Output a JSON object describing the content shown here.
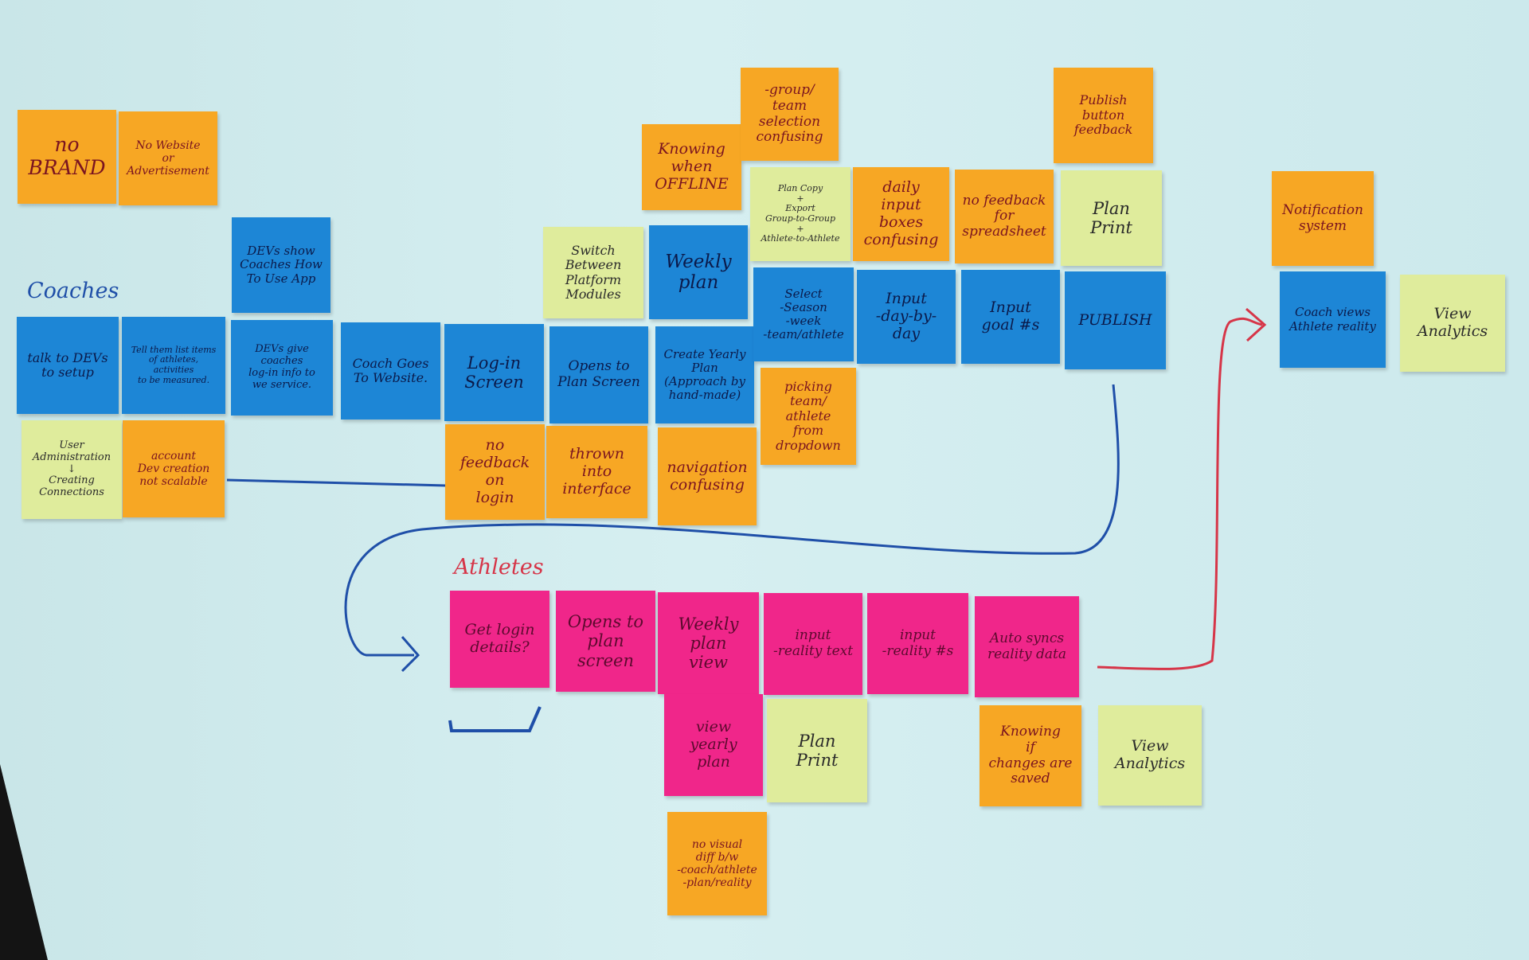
{
  "colors": {
    "wall": "#cfe9ea",
    "orange_note": "#f7a724",
    "blue_note": "#1d86d6",
    "green_note": "#dfec9c",
    "pink_note": "#f0268a",
    "blue_ink": "#1f4fa8",
    "red_ink": "#d63548"
  },
  "labels": {
    "coaches": "Coaches",
    "athletes": "Athletes"
  },
  "notes": {
    "no_brand": "no\nBRAND",
    "no_website": "No Website\nor\nAdvertisement",
    "devs_show": "DEVs show\nCoaches How\nTo Use App",
    "talk_to_devs": "talk to DEVs\nto setup",
    "tell_them": "Tell them list items\nof athletes, activities\nto be measured.",
    "devs_give": "DEVs give coaches\nlog-in info to\nwe service.",
    "coach_goes": "Coach Goes\nTo Website.",
    "login_screen": "Log-in\nScreen",
    "opens_plan": "Opens to\nPlan Screen",
    "create_yearly": "Create Yearly\nPlan\n(Approach by hand-made)",
    "user_admin": "User Administration\n↓\nCreating Connections",
    "dev_account": "account\nDev creation\nnot scalable",
    "switch_between": "Switch\nBetween\nPlatform\nModules",
    "weekly_plan": "Weekly\nplan",
    "knowing_offline": "Knowing\nwhen\nOFFLINE",
    "group_team": "-group/\nteam\nselection\nconfusing",
    "plan_copy": "Plan Copy\n+\nExport\nGroup-to-Group\n+\nAthlete-to-Athlete",
    "daily_input": "daily input\nboxes\nconfusing",
    "no_feedback_sheet": "no feedback\nfor\nspreadsheet",
    "publish_feedback": "Publish\nbutton feedback",
    "plan_print_top": "Plan\nPrint",
    "select": "Select\n-Season\n-week\n-team/athlete",
    "input_day": "Input\n-day-by-day",
    "input_goal": "Input\ngoal #s",
    "publish": "PUBLISH",
    "picking_team": "picking team/\nathlete from\ndropdown",
    "no_feedback_login": "no feedback\non\nlogin",
    "thrown_into": "thrown into\ninterface",
    "navigation": "navigation\nconfusing",
    "notification": "Notification\nsystem",
    "coach_views": "Coach views\nAthlete reality",
    "view_analytics_top": "View\nAnalytics",
    "get_login": "Get login\ndetails?",
    "opens_plan_athlete": "Opens to\nplan\nscreen",
    "weekly_plan_view": "Weekly\nplan\nview",
    "input_text": "input\n-reality text",
    "input_numbers": "input\n-reality #s",
    "auto_syncs": "Auto syncs\nreality data",
    "view_yearly": "view\nyearly plan",
    "plan_print_bottom": "Plan\nPrint",
    "knowing_saved": "Knowing\nif\nchanges are\nsaved",
    "view_analytics_bottom": "View\nAnalytics",
    "no_visual_diff": "no visual\ndiff b/w\n-coach/athlete\n-plan/reality"
  }
}
